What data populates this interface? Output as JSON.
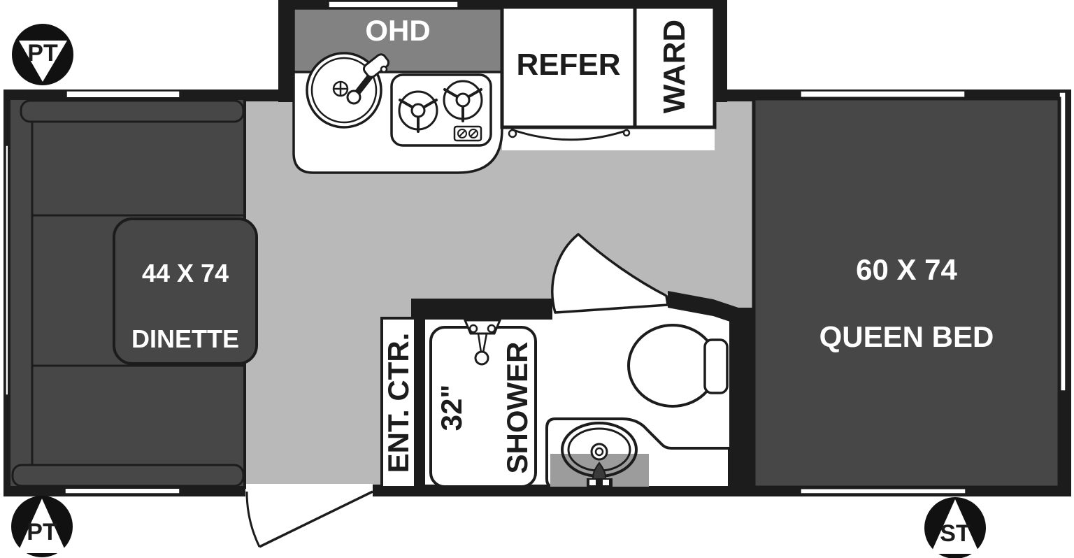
{
  "plan_type": "travel-trailer-floor-plan",
  "colors": {
    "wall": "#1c1c1c",
    "furniture": "#474747",
    "overhead_cabinet": "#828282",
    "floor": "#b9b9b9",
    "vanity_counter": "#9c9c9c",
    "fixture_white": "#ffffff"
  },
  "markers": {
    "front_top": "PT",
    "front_bottom": "PT",
    "rear_bottom": "ST"
  },
  "labels": {
    "overhead_cabinet": "OHD",
    "refrigerator": "REFER",
    "wardrobe": "WARD",
    "dinette_size": "44 X 74",
    "dinette_name": "DINETTE",
    "bed_size": "60 X 74",
    "bed_name": "QUEEN BED",
    "shower_size": "32\"",
    "shower_name": "SHOWER",
    "entertainment_center": "ENT. CTR."
  },
  "fixtures": [
    "kitchen-sink-icon",
    "stove-two-burner-icon",
    "refrigerator-door-swing-icon",
    "entry-door-swing-icon",
    "bathroom-door-swing-icon",
    "shower-head-icon",
    "toilet-icon",
    "bathroom-sink-icon"
  ]
}
